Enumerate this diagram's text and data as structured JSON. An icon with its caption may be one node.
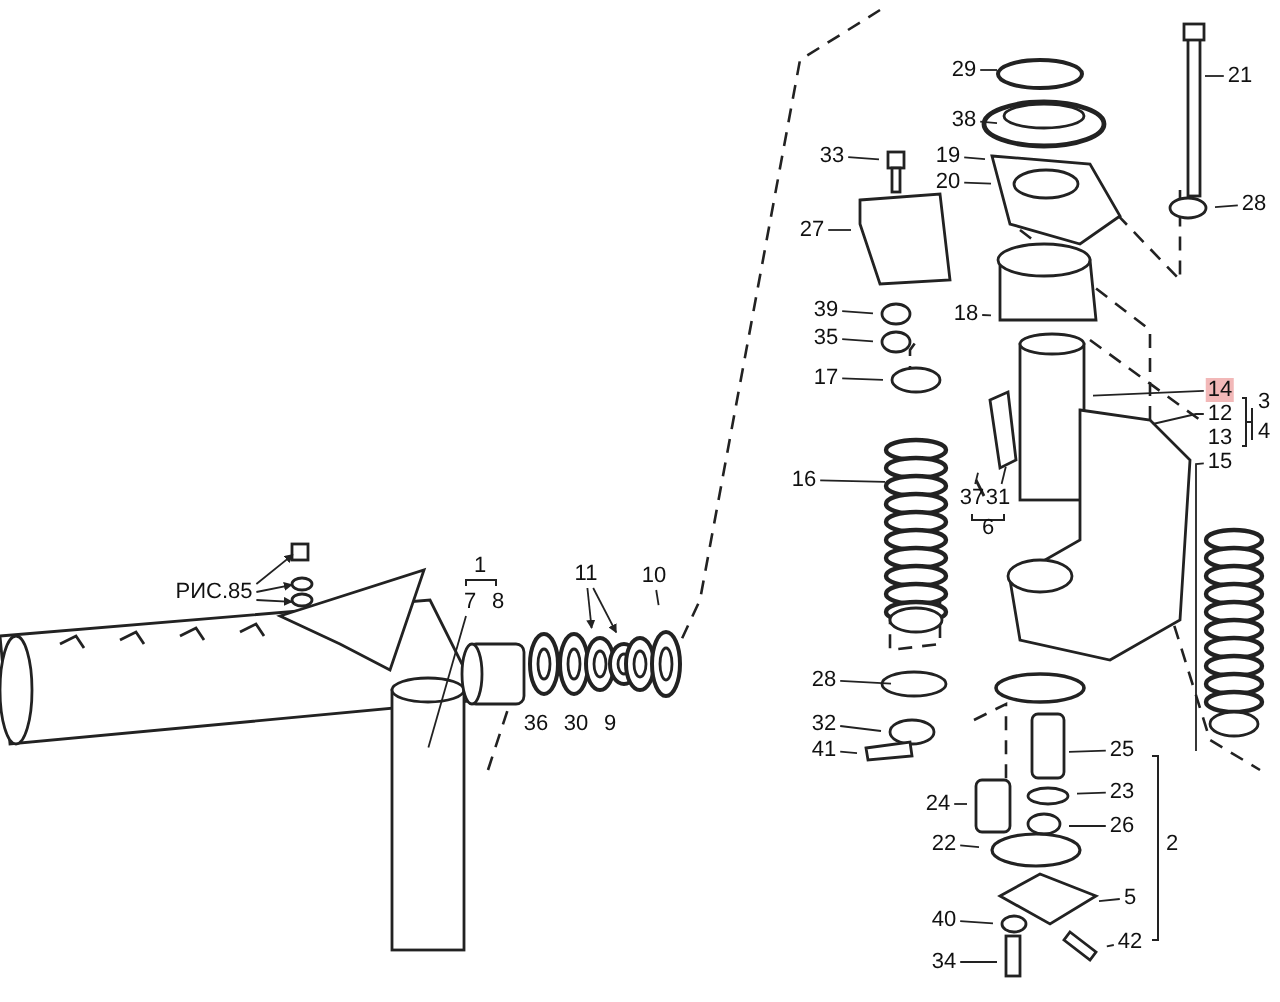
{
  "diagram": {
    "nodes": [
      {
        "text": [
          "29"
        ]
      },
      {
        "text": [
          "38"
        ]
      },
      {
        "text": [
          "33"
        ]
      },
      {
        "text": [
          "19"
        ]
      },
      {
        "text": [
          "20"
        ]
      },
      {
        "text": [
          "21"
        ]
      },
      {
        "text": [
          "28"
        ]
      },
      {
        "text": [
          "27"
        ]
      },
      {
        "text": [
          "18"
        ]
      },
      {
        "text": [
          "39"
        ]
      },
      {
        "text": [
          "35"
        ]
      },
      {
        "text": [
          "17"
        ]
      },
      {
        "text": [
          "14"
        ]
      },
      {
        "text": [
          "12"
        ]
      },
      {
        "text": [
          "15"
        ]
      },
      {
        "text": [
          "16"
        ]
      },
      {
        "text": [
          "37"
        ]
      },
      {
        "text": [
          "31"
        ]
      },
      {
        "text": [
          "7"
        ]
      },
      {
        "text": [
          "11"
        ]
      },
      {
        "text": [
          "10"
        ]
      },
      {
        "text": [
          "РИС.85"
        ]
      },
      {
        "text": [
          "28"
        ]
      },
      {
        "text": [
          "32"
        ]
      },
      {
        "text": [
          "41"
        ]
      },
      {
        "text": [
          "25"
        ]
      },
      {
        "text": [
          "23"
        ]
      },
      {
        "text": [
          "26"
        ]
      },
      {
        "text": [
          "24"
        ]
      },
      {
        "text": [
          "22"
        ]
      },
      {
        "text": [
          "5"
        ]
      },
      {
        "text": [
          "40"
        ]
      },
      {
        "text": [
          "34"
        ]
      },
      {
        "text": [
          "42"
        ]
      }
    ],
    "edges": [
      {
        "from": 0,
        "to": null,
        "arrow": "none"
      },
      {
        "from": 1,
        "to": null,
        "arrow": "none"
      },
      {
        "from": 2,
        "to": null,
        "arrow": "none"
      },
      {
        "from": 3,
        "to": null,
        "arrow": "none"
      },
      {
        "from": 4,
        "to": null,
        "arrow": "none"
      },
      {
        "from": 5,
        "to": null,
        "arrow": "none"
      },
      {
        "from": 6,
        "to": null,
        "arrow": "none"
      },
      {
        "from": 7,
        "to": null,
        "arrow": "none"
      },
      {
        "from": 8,
        "to": null,
        "arrow": "none"
      },
      {
        "from": 9,
        "to": null,
        "arrow": "none"
      },
      {
        "from": 10,
        "to": null,
        "arrow": "none"
      },
      {
        "from": 11,
        "to": null,
        "arrow": "none"
      },
      {
        "from": 12,
        "to": null,
        "arrow": "none"
      },
      {
        "from": 13,
        "to": null,
        "arrow": "none"
      },
      {
        "from": 14,
        "to": null,
        "arrow": "none"
      },
      {
        "from": 15,
        "to": null,
        "arrow": "none"
      },
      {
        "from": 16,
        "to": null,
        "arrow": "none"
      },
      {
        "from": 17,
        "to": null,
        "arrow": "none"
      },
      {
        "from": 18,
        "to": null,
        "arrow": "none"
      },
      {
        "from": 19,
        "to": null,
        "arrow": "to"
      },
      {
        "from": 19,
        "to": null,
        "arrow": "to"
      },
      {
        "from": 20,
        "to": null,
        "arrow": "none"
      },
      {
        "from": 21,
        "to": null,
        "arrow": "to"
      },
      {
        "from": 21,
        "to": null,
        "arrow": "to"
      },
      {
        "from": 21,
        "to": null,
        "arrow": "to"
      },
      {
        "from": 22,
        "to": null,
        "arrow": "none"
      },
      {
        "from": 23,
        "to": null,
        "arrow": "none"
      },
      {
        "from": 24,
        "to": null,
        "arrow": "none"
      },
      {
        "from": 25,
        "to": null,
        "arrow": "none"
      },
      {
        "from": 26,
        "to": null,
        "arrow": "none"
      },
      {
        "from": 27,
        "to": null,
        "arrow": "none"
      },
      {
        "from": 28,
        "to": null,
        "arrow": "none"
      },
      {
        "from": 29,
        "to": null,
        "arrow": "none"
      },
      {
        "from": 30,
        "to": null,
        "arrow": "none"
      },
      {
        "from": 31,
        "to": null,
        "arrow": "none"
      },
      {
        "from": 32,
        "to": null,
        "arrow": "none"
      },
      {
        "from": 33,
        "to": null,
        "arrow": "none"
      }
    ],
    "labels": [
      "13",
      "3",
      "4",
      "6",
      "1",
      "8",
      "36",
      "30",
      "9",
      "2"
    ]
  }
}
